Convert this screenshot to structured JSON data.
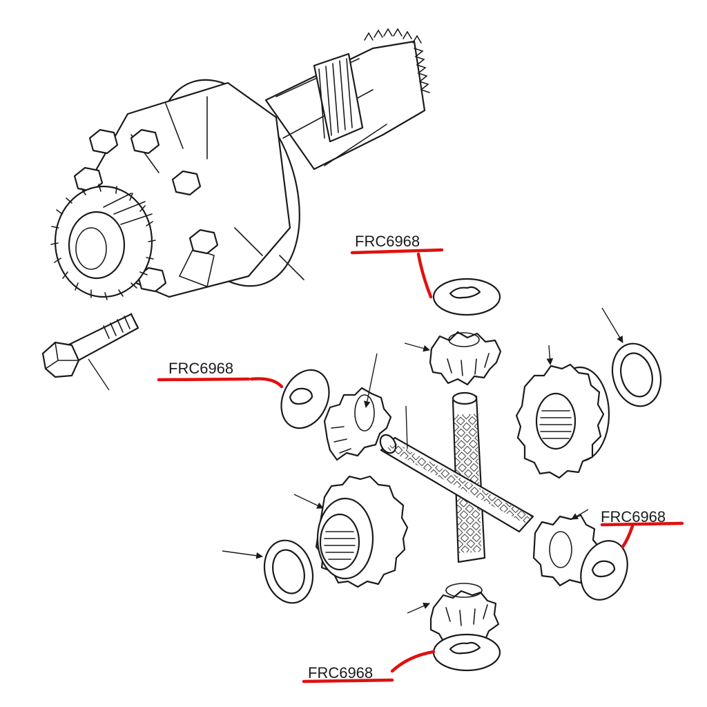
{
  "callouts": [
    {
      "label": "FRC6968"
    },
    {
      "label": "FRC6968"
    },
    {
      "label": "FRC6968"
    },
    {
      "label": "FRC6968"
    }
  ],
  "colors": {
    "highlight": "#e01010",
    "line": "#1a1a1a",
    "background": "#ffffff"
  }
}
